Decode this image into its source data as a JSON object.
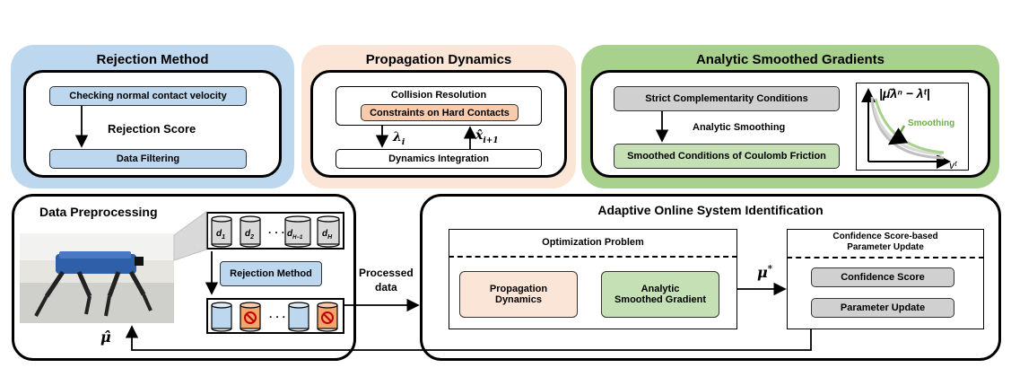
{
  "rejection_panel": {
    "title": "Rejection Method",
    "checking_box": "Checking normal contact velocity",
    "score_label": "Rejection Score",
    "filtering_box": "Data Filtering"
  },
  "propagation_panel": {
    "title": "Propagation Dynamics",
    "collision_title": "Collision Resolution",
    "constraints_box": "Constraints on Hard Contacts",
    "lambda_label": "λ",
    "lambda_sub": "i",
    "x_label": "x̂",
    "x_sub": "i+1",
    "integration_box": "Dynamics Integration"
  },
  "gradients_panel": {
    "title": "Analytic Smoothed Gradients",
    "strict_box": "Strict Complementarity Conditions",
    "smoothing_label": "Analytic Smoothing",
    "smoothed_box": "Smoothed Conditions of Coulomb Friction",
    "plot_ylabel": "|μ̂λⁿ − λᵗ|",
    "plot_curve_label": "Smoothing",
    "plot_xlabel": "vᵗ"
  },
  "preprocessing_panel": {
    "title": "Data Preprocessing",
    "data_labels": [
      "d",
      "d",
      "d",
      "d"
    ],
    "data_subs": [
      "1",
      "2",
      "H−1",
      "H"
    ],
    "dots": "· · ·",
    "rejection_button": "Rejection Method",
    "dots2": "· · ·",
    "mu_hat": "μ̂"
  },
  "flow": {
    "processed_line1": "Processed",
    "processed_line2": "data",
    "mu_star": "μ",
    "mu_star_sup": "*"
  },
  "identification_panel": {
    "title": "Adaptive Online System Identification",
    "optimization_title": "Optimization Problem",
    "propagation_box_line1": "Propagation",
    "propagation_box_line2": "Dynamics",
    "gradient_box_line1": "Analytic",
    "gradient_box_line2": "Smoothed Gradient",
    "confidence_title_line1": "Confidence Score-based",
    "confidence_title_line2": "Parameter Update",
    "confidence_box": "Confidence Score",
    "parameter_box": "Parameter Update"
  },
  "colors": {
    "blue_panel": "#bdd7ee",
    "orange_panel": "#fbe5d6",
    "green_panel": "#a9d18e",
    "accent_green": "#70ad47"
  }
}
